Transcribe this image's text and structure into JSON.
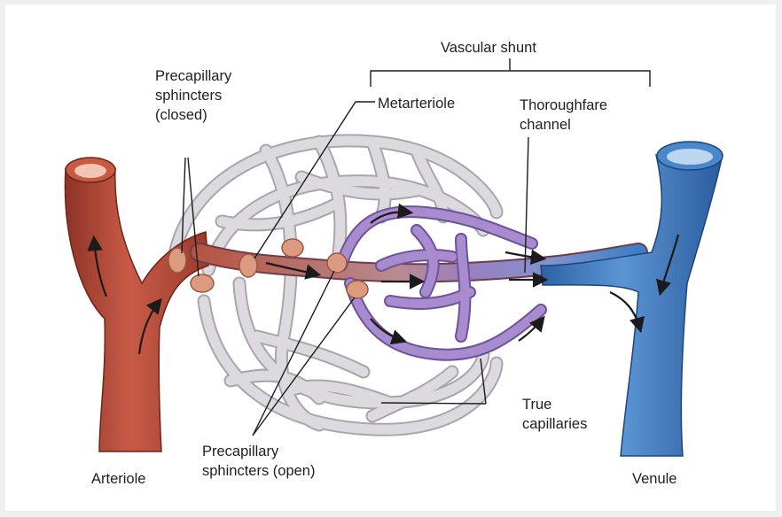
{
  "labels": {
    "vascular_shunt": "Vascular shunt",
    "precap_closed": "Precapillary\nsphincters\n(closed)",
    "metarteriole": "Metarteriole",
    "thoroughfare": "Thoroughfare\nchannel",
    "true_capillaries": "True\ncapillaries",
    "precap_open": "Precapillary\nsphincters (open)",
    "arteriole": "Arteriole",
    "venule": "Venule"
  },
  "colors": {
    "arteriole": "#b64a3a",
    "arteriole_light": "#d2705d",
    "sphincter": "#dc9a7f",
    "capillary_closed": "#d9d6dc",
    "capillary_open": "#9a7fc2",
    "venule": "#3f7ec4",
    "venule_light": "#6fa7db",
    "background": "#f0f0f0"
  }
}
